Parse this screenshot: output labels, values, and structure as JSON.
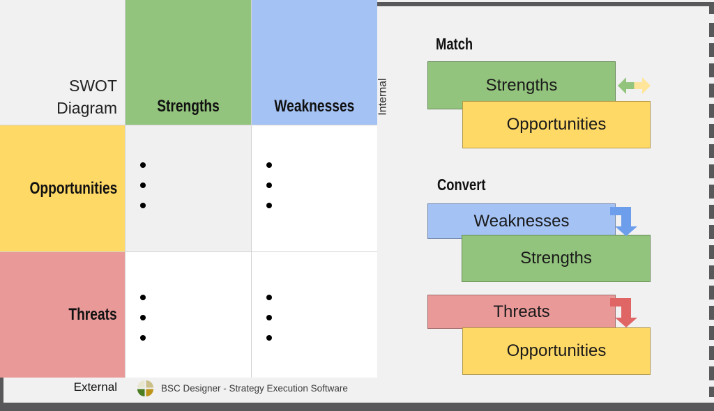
{
  "colors": {
    "strengths_green": "#93c47d",
    "weaknesses_blue": "#a4c2f4",
    "opportunities_yellow": "#ffd966",
    "threats_red": "#ea9999",
    "arrow_green": "#93c47d",
    "arrow_yellow": "#ffe599",
    "arrow_blue": "#6d9eeb",
    "arrow_red": "#e06666",
    "frame_dark": "#58585a",
    "cell_gray": "#f0f0f1",
    "background": "#f1f1f2",
    "logo_tl": "#e9e6d0",
    "logo_tr": "#ccc08a",
    "logo_bl": "#4d7d21",
    "logo_br": "#bd9318"
  },
  "matrix": {
    "title_line1": "SWOT",
    "title_line2": "Diagram",
    "col_headers": [
      {
        "label": "Strengths"
      },
      {
        "label": "Weaknesses"
      }
    ],
    "row_headers": [
      {
        "label": "Opportunities"
      },
      {
        "label": "Threats"
      }
    ],
    "axes": {
      "internal": "Internal",
      "external": "External"
    },
    "bullets_per_cell": 3
  },
  "footer": {
    "brand_text": "BSC Designer - Strategy Execution Software"
  },
  "right_panel": {
    "match": {
      "label": "Match",
      "top_box": {
        "label": "Strengths"
      },
      "bottom_box": {
        "label": "Opportunities"
      }
    },
    "convert": {
      "label": "Convert",
      "pair1": {
        "top_box": {
          "label": "Weaknesses"
        },
        "bottom_box": {
          "label": "Strengths"
        }
      },
      "pair2": {
        "top_box": {
          "label": "Threats"
        },
        "bottom_box": {
          "label": "Opportunities"
        }
      }
    }
  }
}
